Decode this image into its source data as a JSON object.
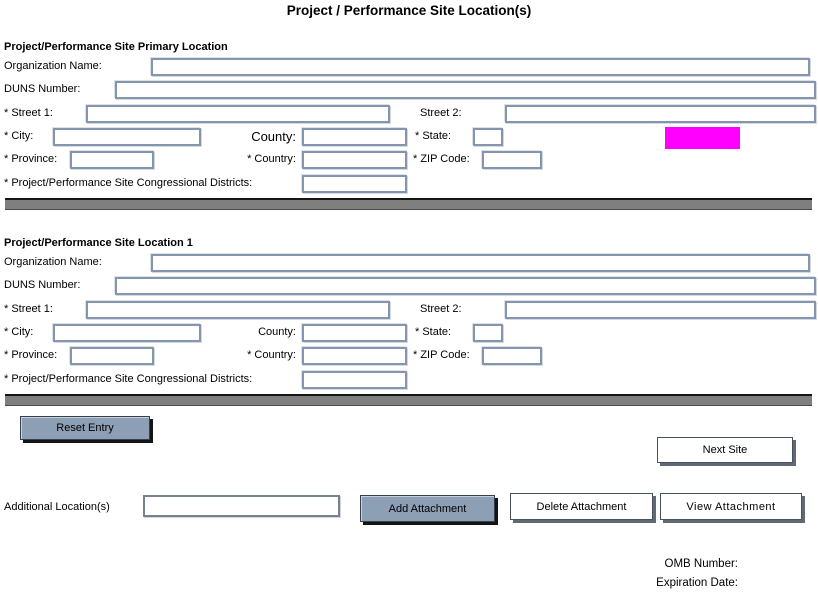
{
  "title": "Project / Performance Site Location(s)",
  "sections": [
    {
      "heading": "Project/Performance Site Primary Location"
    },
    {
      "heading": "Project/Performance Site Location 1"
    }
  ],
  "fields": {
    "organization_name": "Organization Name:",
    "duns_number": "DUNS Number:",
    "street1": "* Street 1:",
    "street2": "Street 2:",
    "city": "* City:",
    "county": "County:",
    "state": "* State:",
    "province": "* Province:",
    "country": "* Country:",
    "zip_code": "* ZIP Code:",
    "congressional_districts": "* Project/Performance Site Congressional Districts:"
  },
  "inputs": {
    "all_values_empty": ""
  },
  "attachments": {
    "label": "Additional Location(s)",
    "filename_value": "",
    "add_button": "Add Attachment",
    "delete_button": "Delete Attachment",
    "view_button": "View Attachment"
  },
  "buttons": {
    "reset_entry": "Reset Entry",
    "next_site": "Next Site"
  },
  "footer": {
    "omb_number_label": "OMB Number:",
    "expiration_date_label": "Expiration Date:"
  },
  "colors": {
    "highlight": "#FF00FF",
    "button_fill": "#8C9FB4",
    "divider_gray": "#7F7F7F",
    "input_border": "#8496AD"
  }
}
